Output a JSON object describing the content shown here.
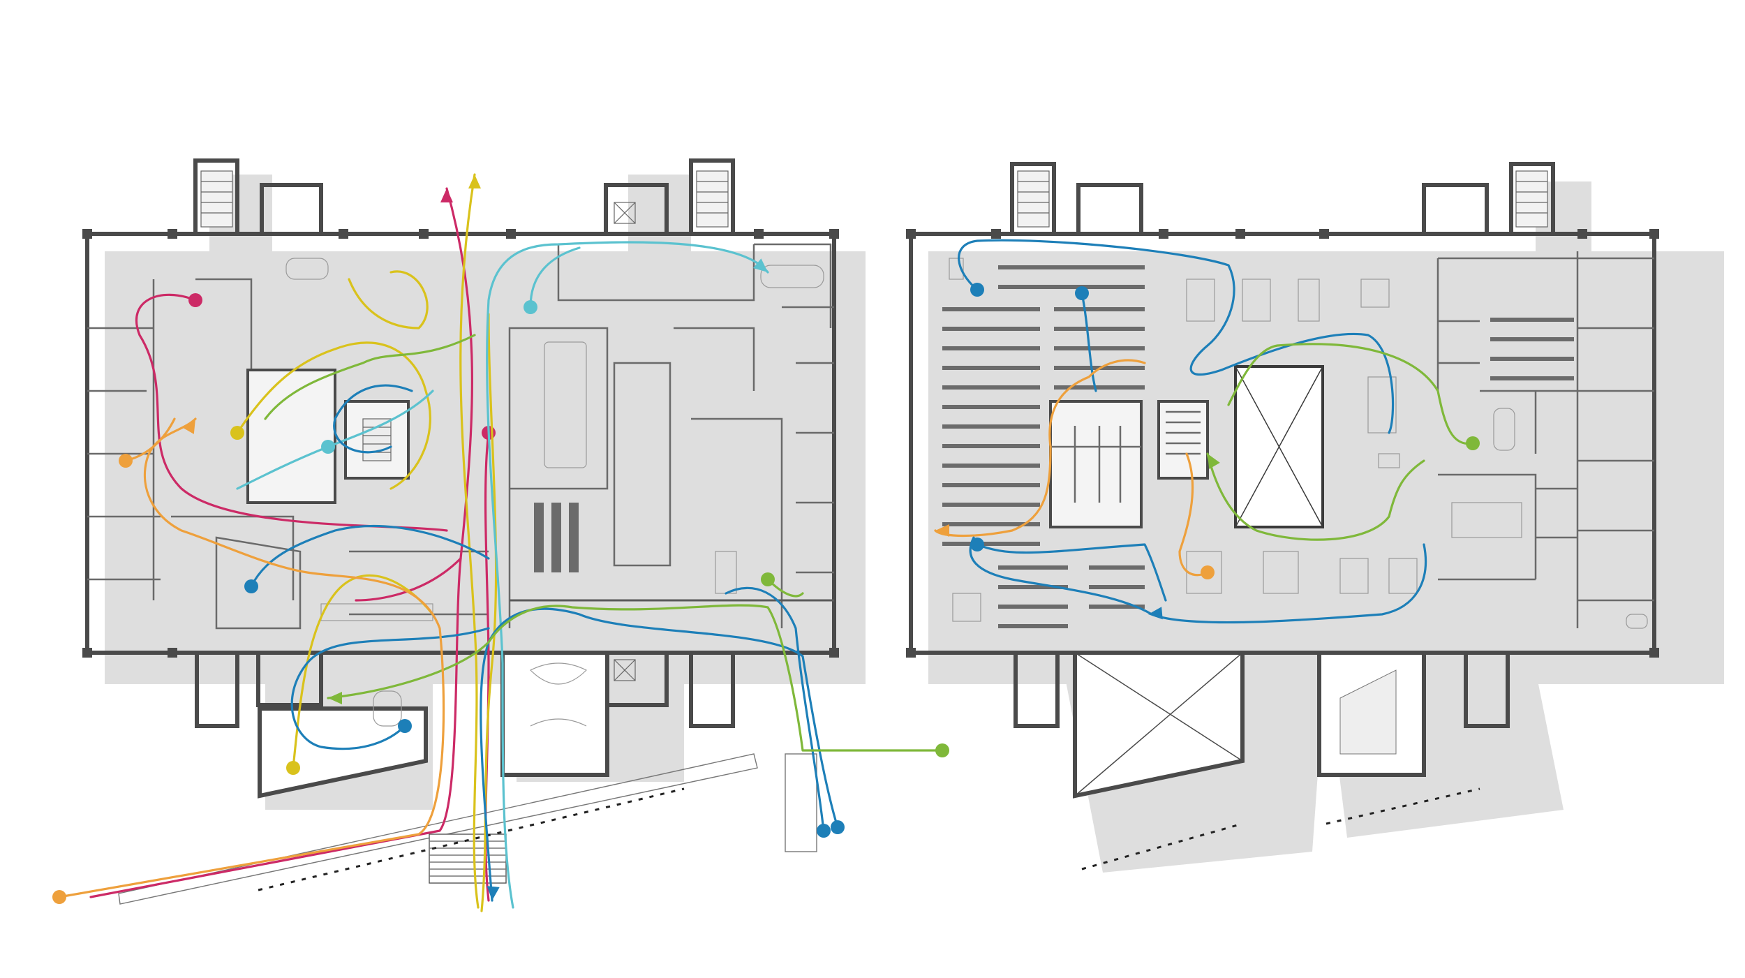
{
  "colors": {
    "magenta": "#cc2a66",
    "yellow": "#d9c21c",
    "cyan": "#5bc2cf",
    "blue": "#1d7fb8",
    "green": "#7fb83a",
    "orange": "#eea03c",
    "wall": "#4a4a4a",
    "shadow": "#dedede"
  },
  "diagram": {
    "type": "architectural-floor-plans-with-circulation-routes",
    "plans": [
      "left-floor-plan",
      "right-floor-plan"
    ],
    "route_colors": [
      "magenta",
      "yellow",
      "cyan",
      "blue",
      "green",
      "orange"
    ],
    "icons": [
      "arrow-head-icon",
      "route-start-dot-icon",
      "stair-icon",
      "elevator-x-icon"
    ]
  }
}
